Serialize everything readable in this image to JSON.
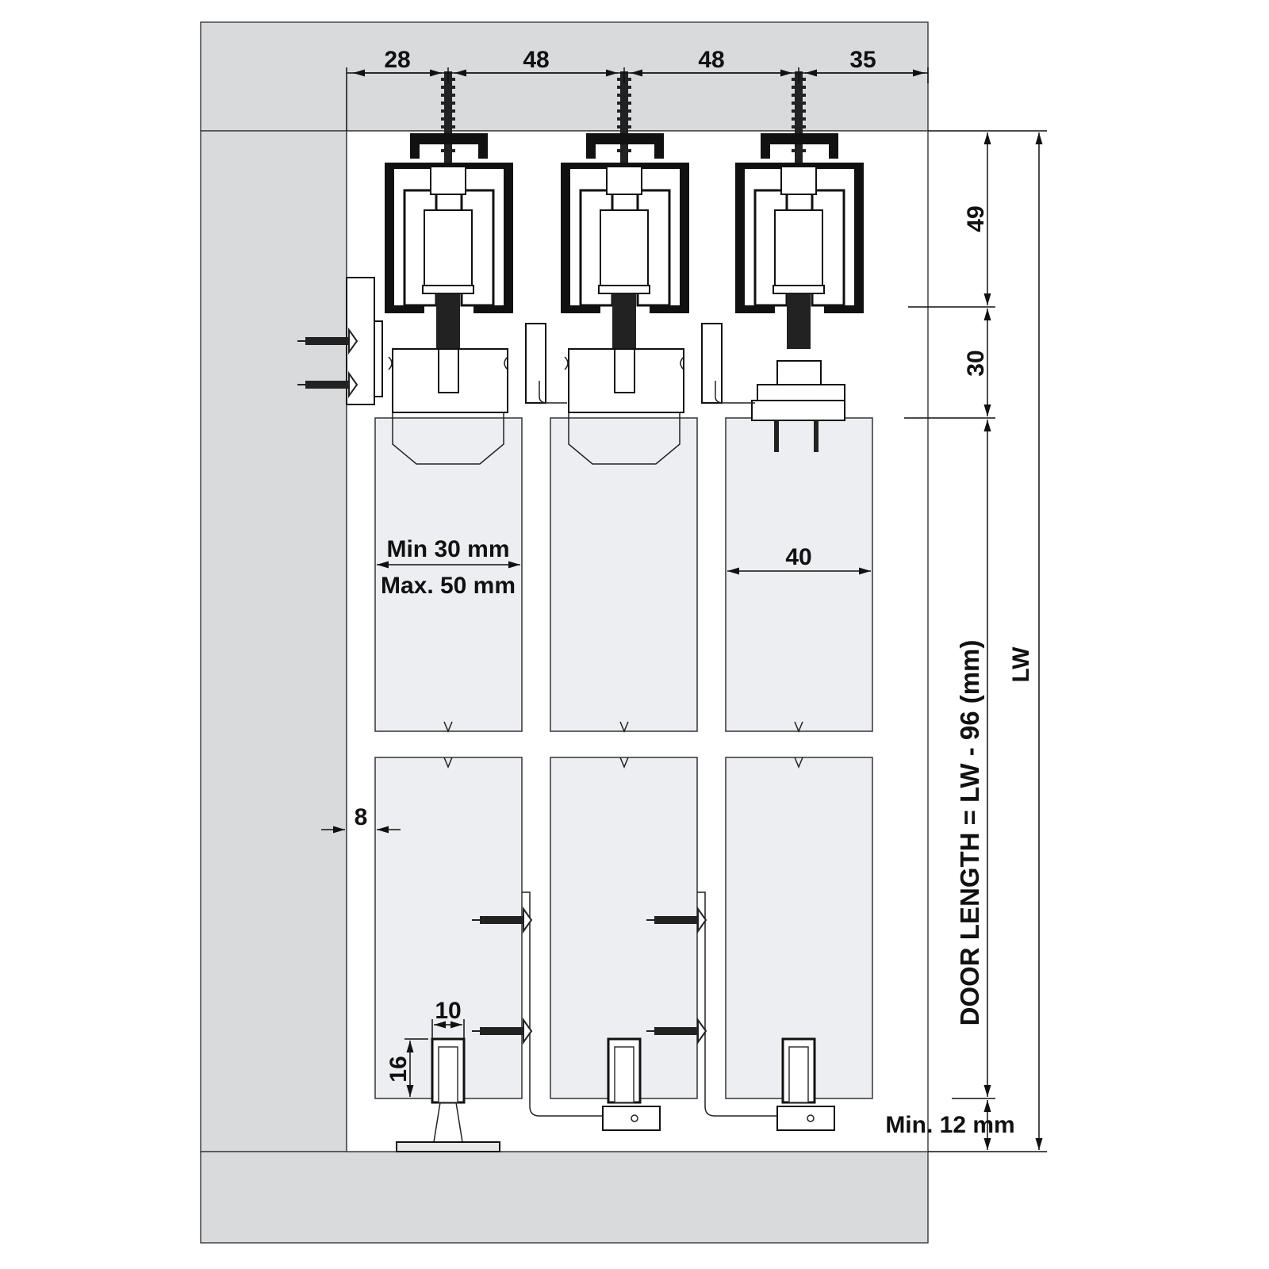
{
  "top_dimensions": [
    "28",
    "48",
    "48",
    "35"
  ],
  "right_dimensions": {
    "upper": "49",
    "lower": "30",
    "door_length": "DOOR LENGTH = LW - 96 (mm)",
    "overall": "LW",
    "bottom_clearance": "Min. 12 mm"
  },
  "door_thickness": {
    "min": "Min 30 mm",
    "max": "Max. 50 mm",
    "fixed": "40"
  },
  "wall_gap": "8",
  "guide": {
    "width": "10",
    "height": "16"
  },
  "colors": {
    "wall": "#d9dadc",
    "door": "#eceef1",
    "line": "#111111"
  }
}
